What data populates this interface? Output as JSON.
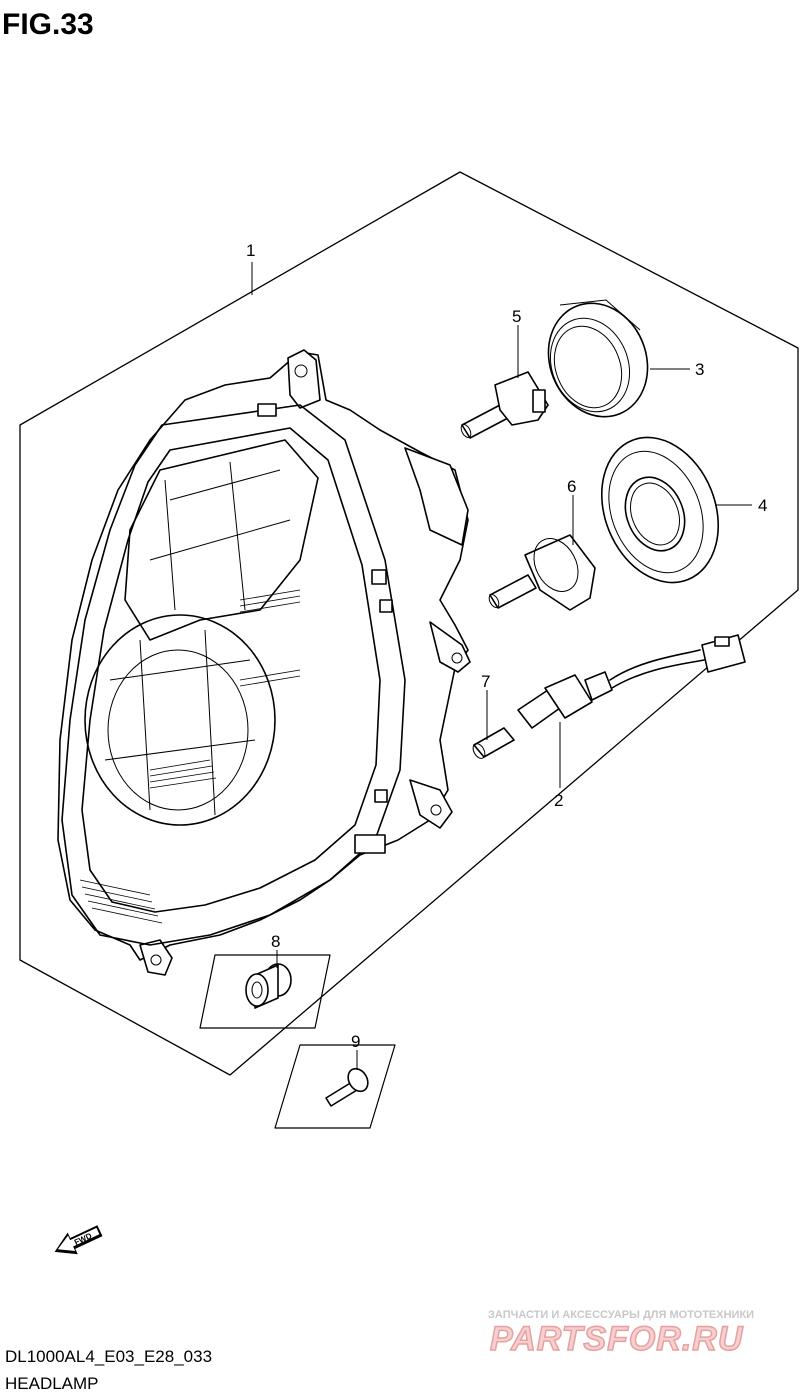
{
  "figure": {
    "title": "FIG.33"
  },
  "diagram_code": "DL1000AL4_E03_E28_033",
  "section_name": "HEADLAMP",
  "fwd_label": "FWD",
  "callouts": [
    {
      "id": "1",
      "label": "1"
    },
    {
      "id": "2",
      "label": "2"
    },
    {
      "id": "3",
      "label": "3"
    },
    {
      "id": "4",
      "label": "4"
    },
    {
      "id": "5",
      "label": "5"
    },
    {
      "id": "6",
      "label": "6"
    },
    {
      "id": "7",
      "label": "7"
    },
    {
      "id": "8",
      "label": "8"
    },
    {
      "id": "9",
      "label": "9"
    }
  ],
  "watermark": {
    "tagline": "ЗАПЧАСТИ И АКСЕССУАРЫ ДЛЯ МОТОТЕХНИКИ",
    "brand": "PARTSFOR.RU",
    "color": "#e8a0a0"
  }
}
